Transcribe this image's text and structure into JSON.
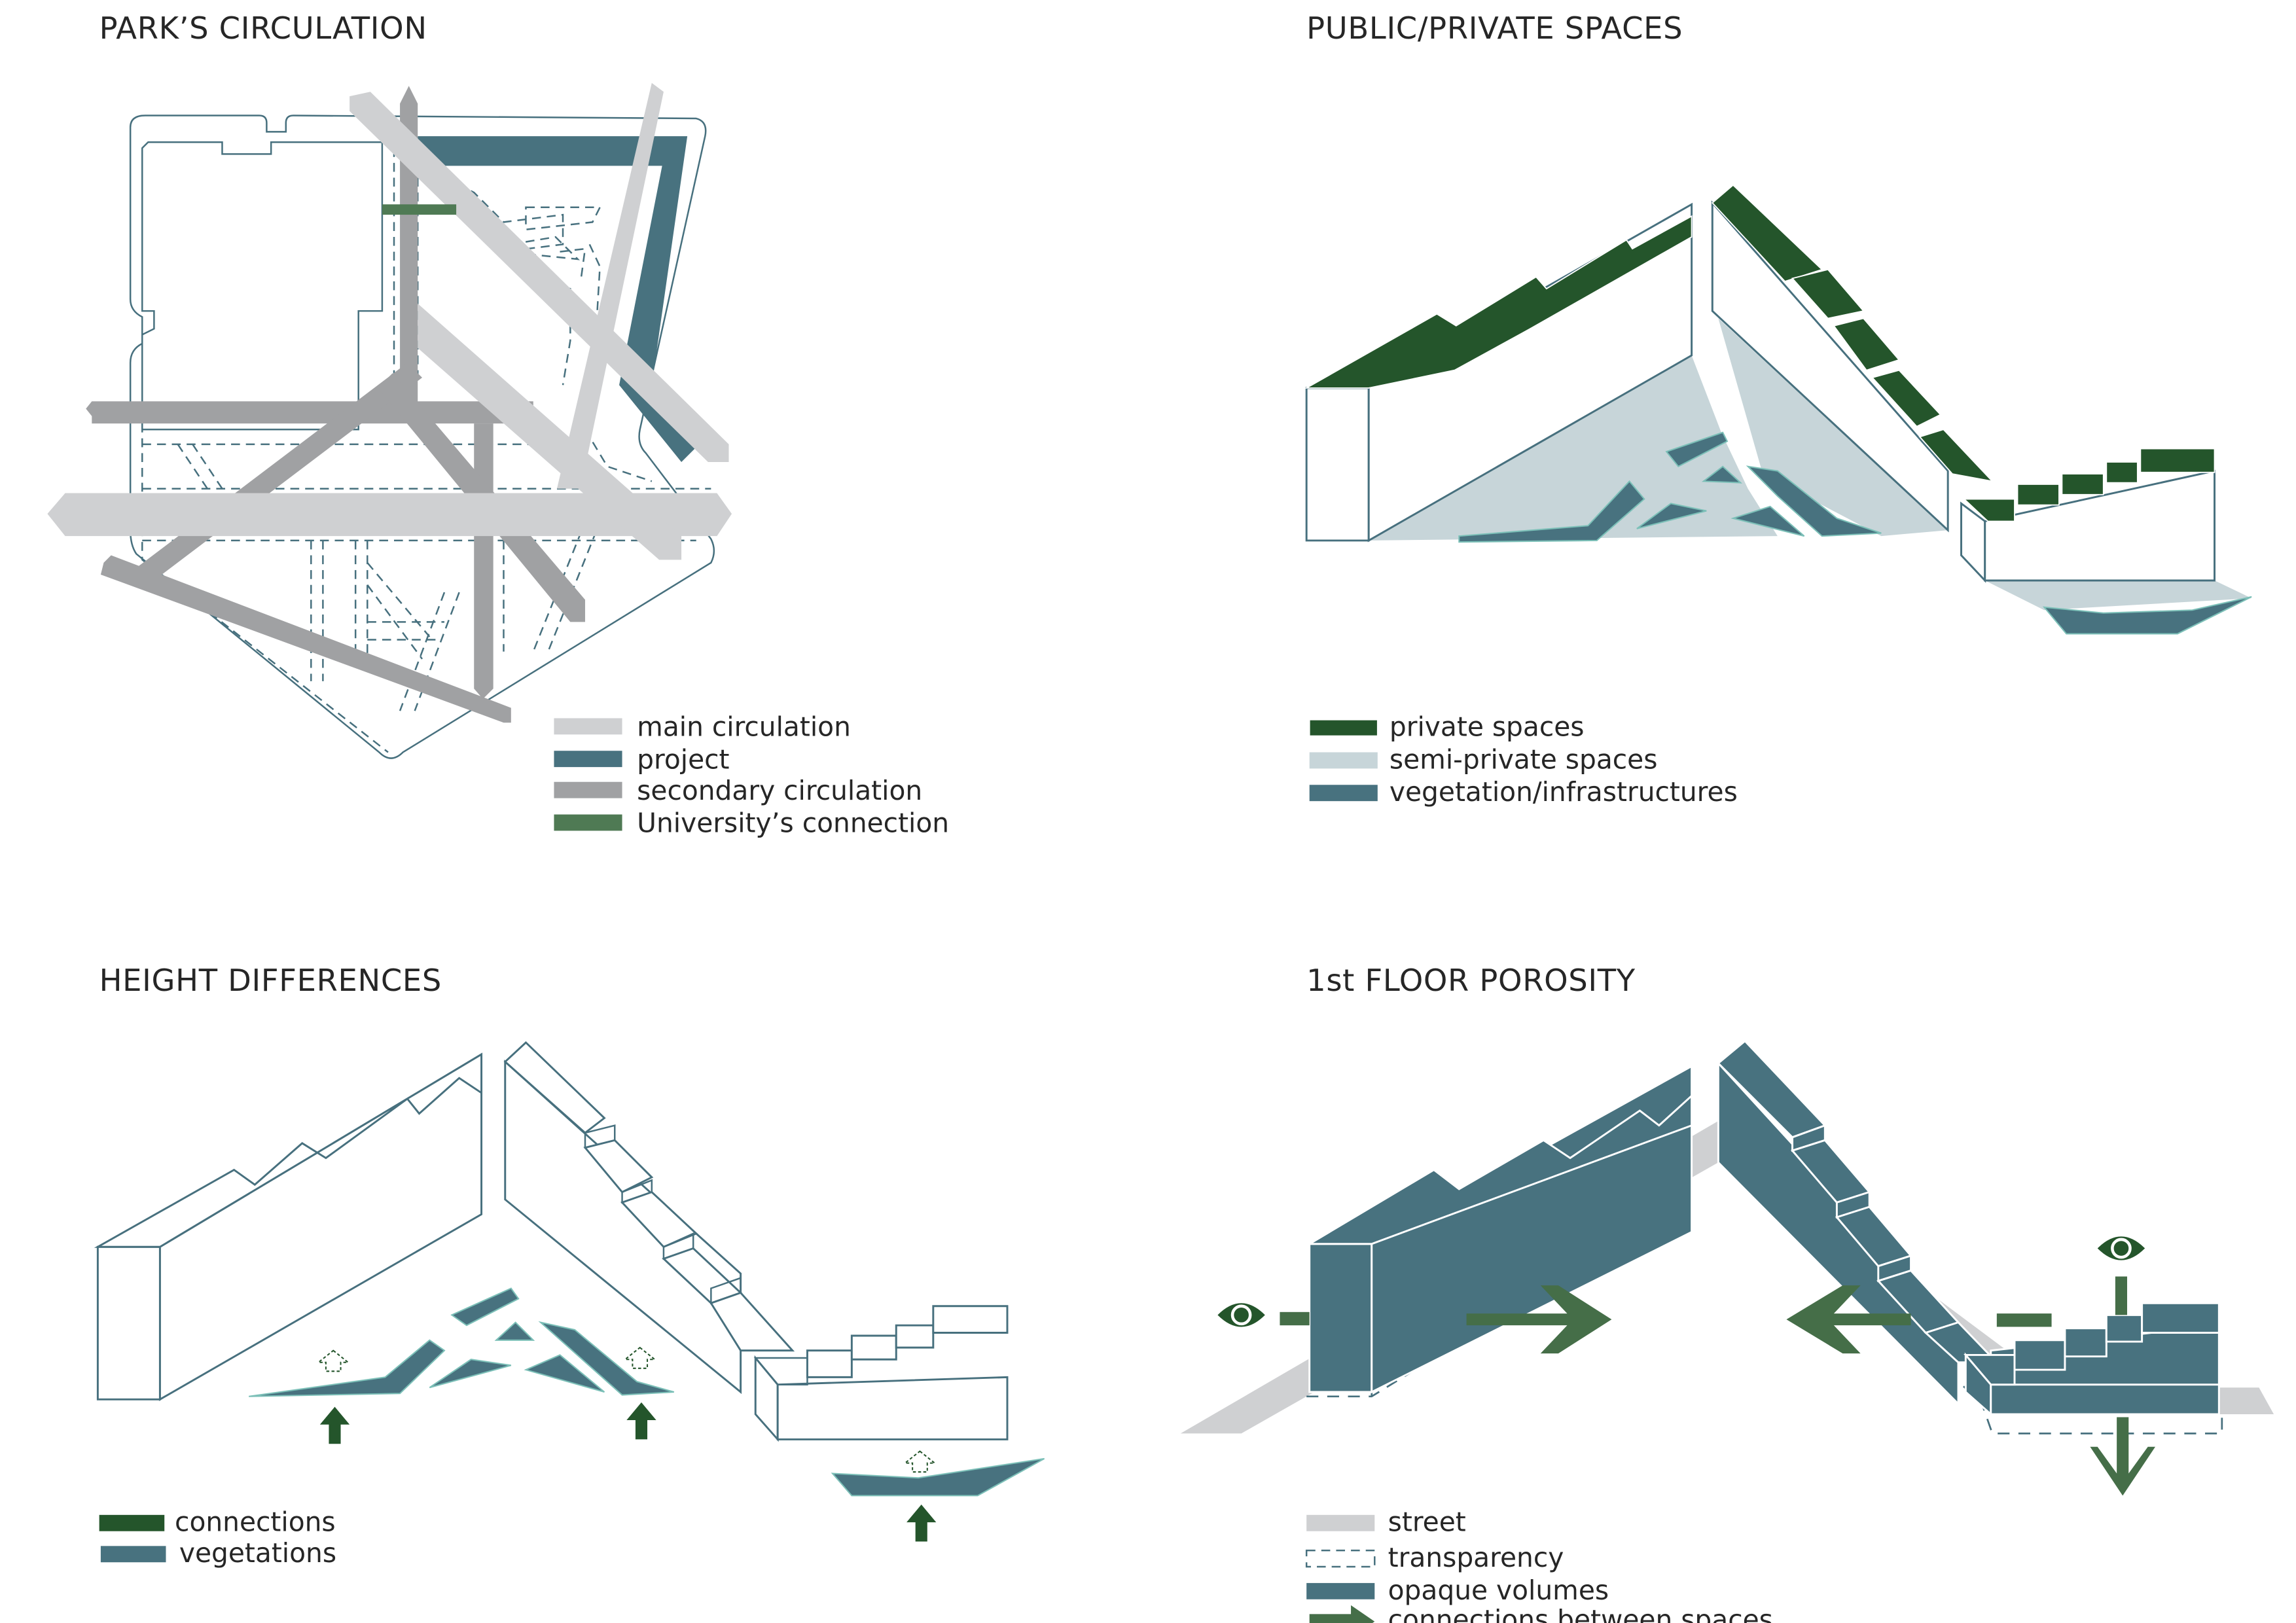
{
  "colors": {
    "main_circulation": "#cfd0d2",
    "project": "#48727f",
    "secondary_circulation": "#a0a1a3",
    "university_connection": "#4f7a54",
    "private_spaces": "#24552b",
    "semi_private_spaces": "#c7d5d9",
    "vegetation": "#48727f",
    "connections_dark": "#24552b",
    "street": "#cfd0d2",
    "transparency_line": "#47707e",
    "opaque_volumes": "#48727f",
    "connections_arrow": "#456e48",
    "outline": "#47707e"
  },
  "panels": {
    "circulation": {
      "title": "PARK’S CIRCULATION",
      "legend": [
        {
          "label": "main circulation",
          "swatch": "main_circulation"
        },
        {
          "label": "project",
          "swatch": "project"
        },
        {
          "label": "secondary circulation",
          "swatch": "secondary_circulation"
        },
        {
          "label": "University’s connection",
          "swatch": "university_connection"
        }
      ]
    },
    "public_private": {
      "title": "PUBLIC/PRIVATE SPACES",
      "legend": [
        {
          "label": "private spaces",
          "swatch": "private_spaces"
        },
        {
          "label": "semi-private spaces",
          "swatch": "semi_private_spaces"
        },
        {
          "label": "vegetation/infrastructures",
          "swatch": "vegetation"
        }
      ]
    },
    "height": {
      "title": "HEIGHT DIFFERENCES",
      "legend": [
        {
          "label": "connections",
          "swatch": "connections_dark"
        },
        {
          "label": "vegetations",
          "swatch": "vegetation"
        }
      ]
    },
    "porosity": {
      "title": "1st FLOOR POROSITY",
      "legend": [
        {
          "label": "street",
          "swatch": "street"
        },
        {
          "label": "transparency",
          "swatch": "transparency_line"
        },
        {
          "label": "opaque volumes",
          "swatch": "opaque_volumes"
        },
        {
          "label": "connections between spaces",
          "swatch": "connections_arrow"
        }
      ]
    }
  }
}
